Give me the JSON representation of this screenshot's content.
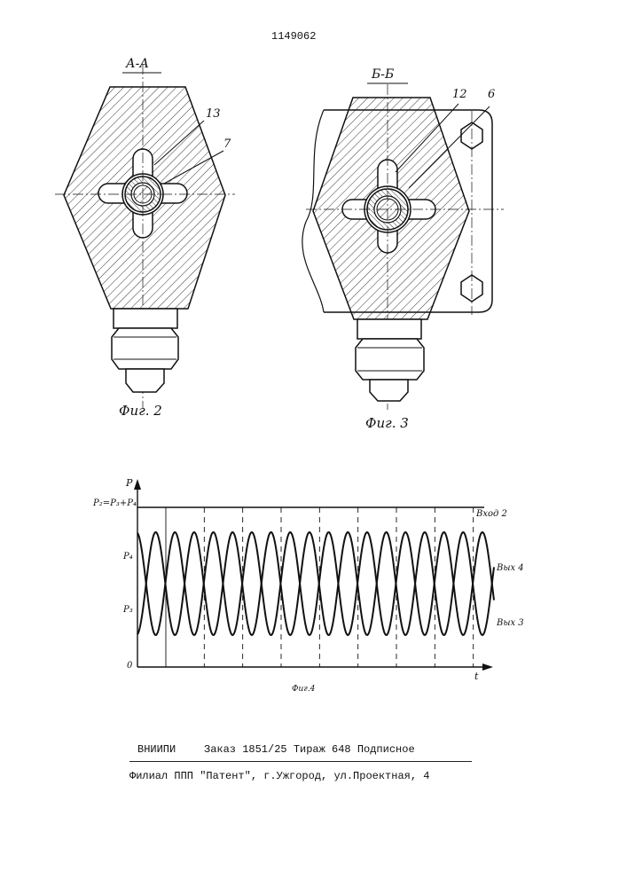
{
  "header": {
    "patent_number": "1149062"
  },
  "fig2": {
    "section_label": "А-А",
    "callout_13": "13",
    "callout_7": "7",
    "caption": "Фиг. 2"
  },
  "fig3": {
    "section_label": "Б-Б",
    "callout_12": "12",
    "callout_6": "6",
    "caption": "Фиг. 3"
  },
  "fig4": {
    "caption": "Фиг.4",
    "y_axis_label": "P",
    "x_axis_label": "t",
    "origin_label": "0",
    "level_top_label": "P₂=P₃+P₄",
    "level_p4_label": "P₄",
    "level_p3_label": "P₃",
    "curve_input_label": "Вход 2",
    "curve_out4_label": "Вых 4",
    "curve_out3_label": "Вых 3"
  },
  "chart_data": {
    "type": "line",
    "title": "",
    "xlabel": "t",
    "ylabel": "P",
    "y_levels": [
      "0",
      "P₃",
      "P₄",
      "P₂=P₃+P₄"
    ],
    "series": [
      {
        "name": "Вход 2",
        "shape": "constant",
        "level": "P₂=P₃+P₄"
      },
      {
        "name": "Вых 4",
        "shape": "oscillating",
        "range": [
          "P₃",
          "P₄"
        ],
        "cycles": 9
      },
      {
        "name": "Вых 3",
        "shape": "oscillating",
        "range": [
          "P₃",
          "P₄"
        ],
        "cycles": 9,
        "phase": "antiphase"
      }
    ]
  },
  "footer": {
    "line1_org": "ВНИИПИ",
    "line1_text": "Заказ 1851/25 Тираж 648  Подписное",
    "line2_text": "Филиал ППП \"Патент\", г.Ужгород, ул.Проектная, 4"
  }
}
